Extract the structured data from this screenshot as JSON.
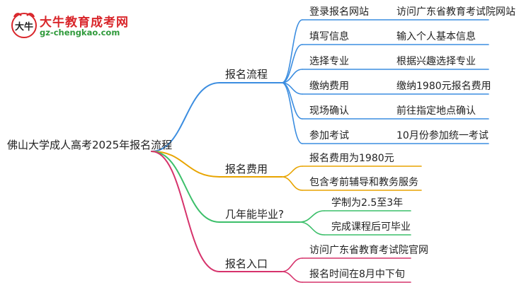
{
  "logo": {
    "title": "大牛教育成考网",
    "url": "gz-chengkao.com",
    "mark_text": "大牛"
  },
  "root": {
    "label": "佛山大学成人高考2025年报名流程"
  },
  "colors": {
    "process": "#3b8de0",
    "fee": "#e8a400",
    "graduation": "#3cbf6a",
    "entry": "#d6336c"
  },
  "branches": [
    {
      "key": "process",
      "label": "报名流程",
      "rows": [
        [
          "登录报名网站",
          "访问广东省教育考试院网站"
        ],
        [
          "填写信息",
          "输入个人基本信息"
        ],
        [
          "选择专业",
          "根据兴趣选择专业"
        ],
        [
          "缴纳费用",
          "缴纳1980元报名费用"
        ],
        [
          "现场确认",
          "前往指定地点确认"
        ],
        [
          "参加考试",
          "10月份参加统一考试"
        ]
      ]
    },
    {
      "key": "fee",
      "label": "报名费用",
      "items": [
        "报名费用为1980元",
        "包含考前辅导和教务服务"
      ]
    },
    {
      "key": "graduation",
      "label": "几年能毕业?",
      "items": [
        "学制为2.5至3年",
        "完成课程后可毕业"
      ]
    },
    {
      "key": "entry",
      "label": "报名入口",
      "items": [
        "访问广东省教育考试院官网",
        "报名时间在8月中下旬"
      ]
    }
  ]
}
